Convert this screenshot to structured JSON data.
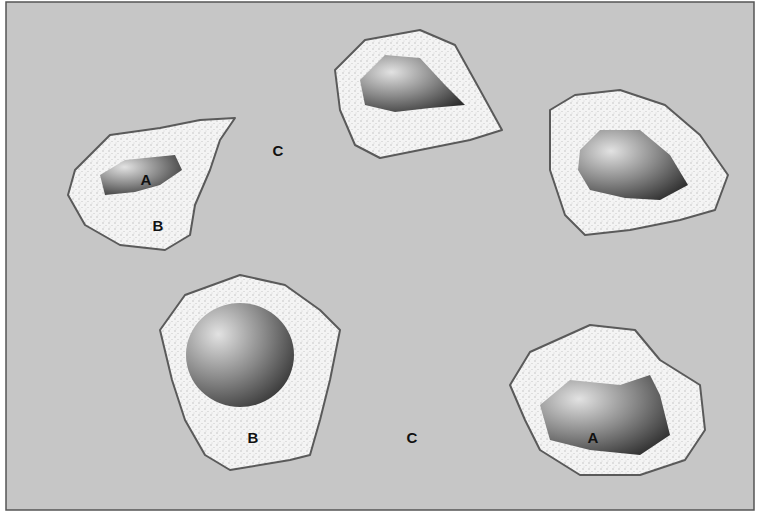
{
  "diagram": {
    "labels": [
      "C",
      "A",
      "B",
      "B",
      "C",
      "A"
    ]
  }
}
